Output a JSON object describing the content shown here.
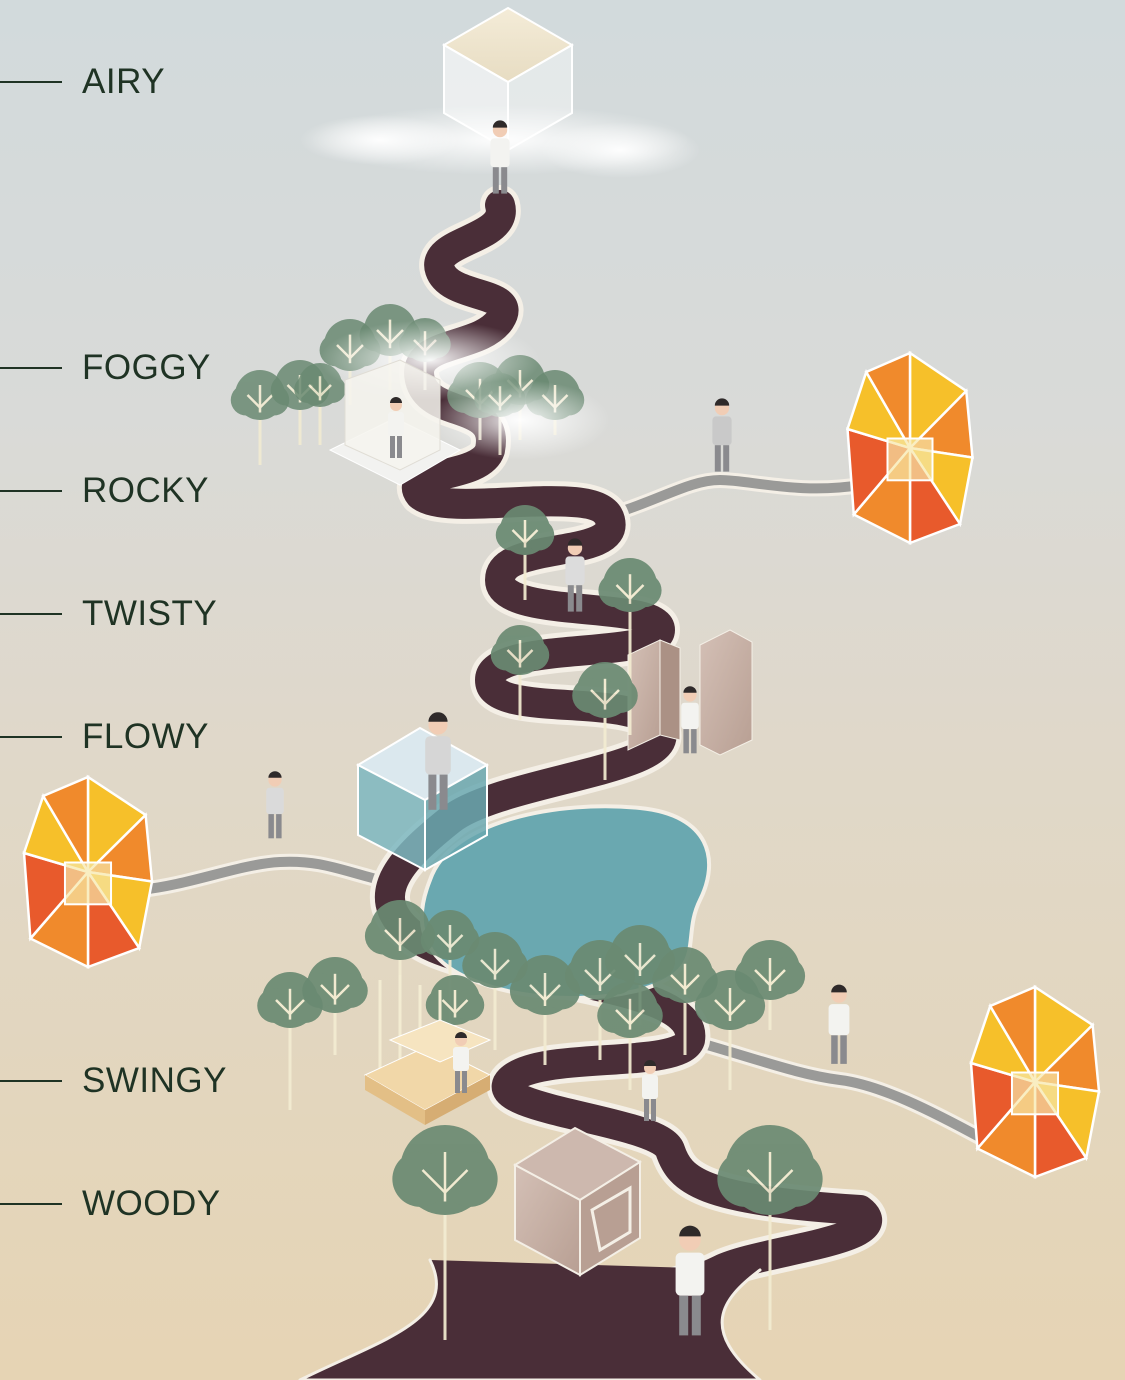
{
  "levels": [
    {
      "label": "AIRY"
    },
    {
      "label": "FOGGY"
    },
    {
      "label": "ROCKY"
    },
    {
      "label": "TWISTY"
    },
    {
      "label": "FLOWY"
    },
    {
      "label": "SWINGY"
    },
    {
      "label": "WOODY"
    }
  ],
  "colors": {
    "label_text": "#1f3324",
    "path": "#4a2e38",
    "path_edge": "#f4efe6",
    "tree": "#6a8a72",
    "trunk": "#f3ecd2",
    "water": "#6aa8b0",
    "gem_orange": "#f08a2c",
    "gem_yellow": "#f6c02a",
    "gem_red": "#e85a2c",
    "wood": "#c9b3a8"
  }
}
